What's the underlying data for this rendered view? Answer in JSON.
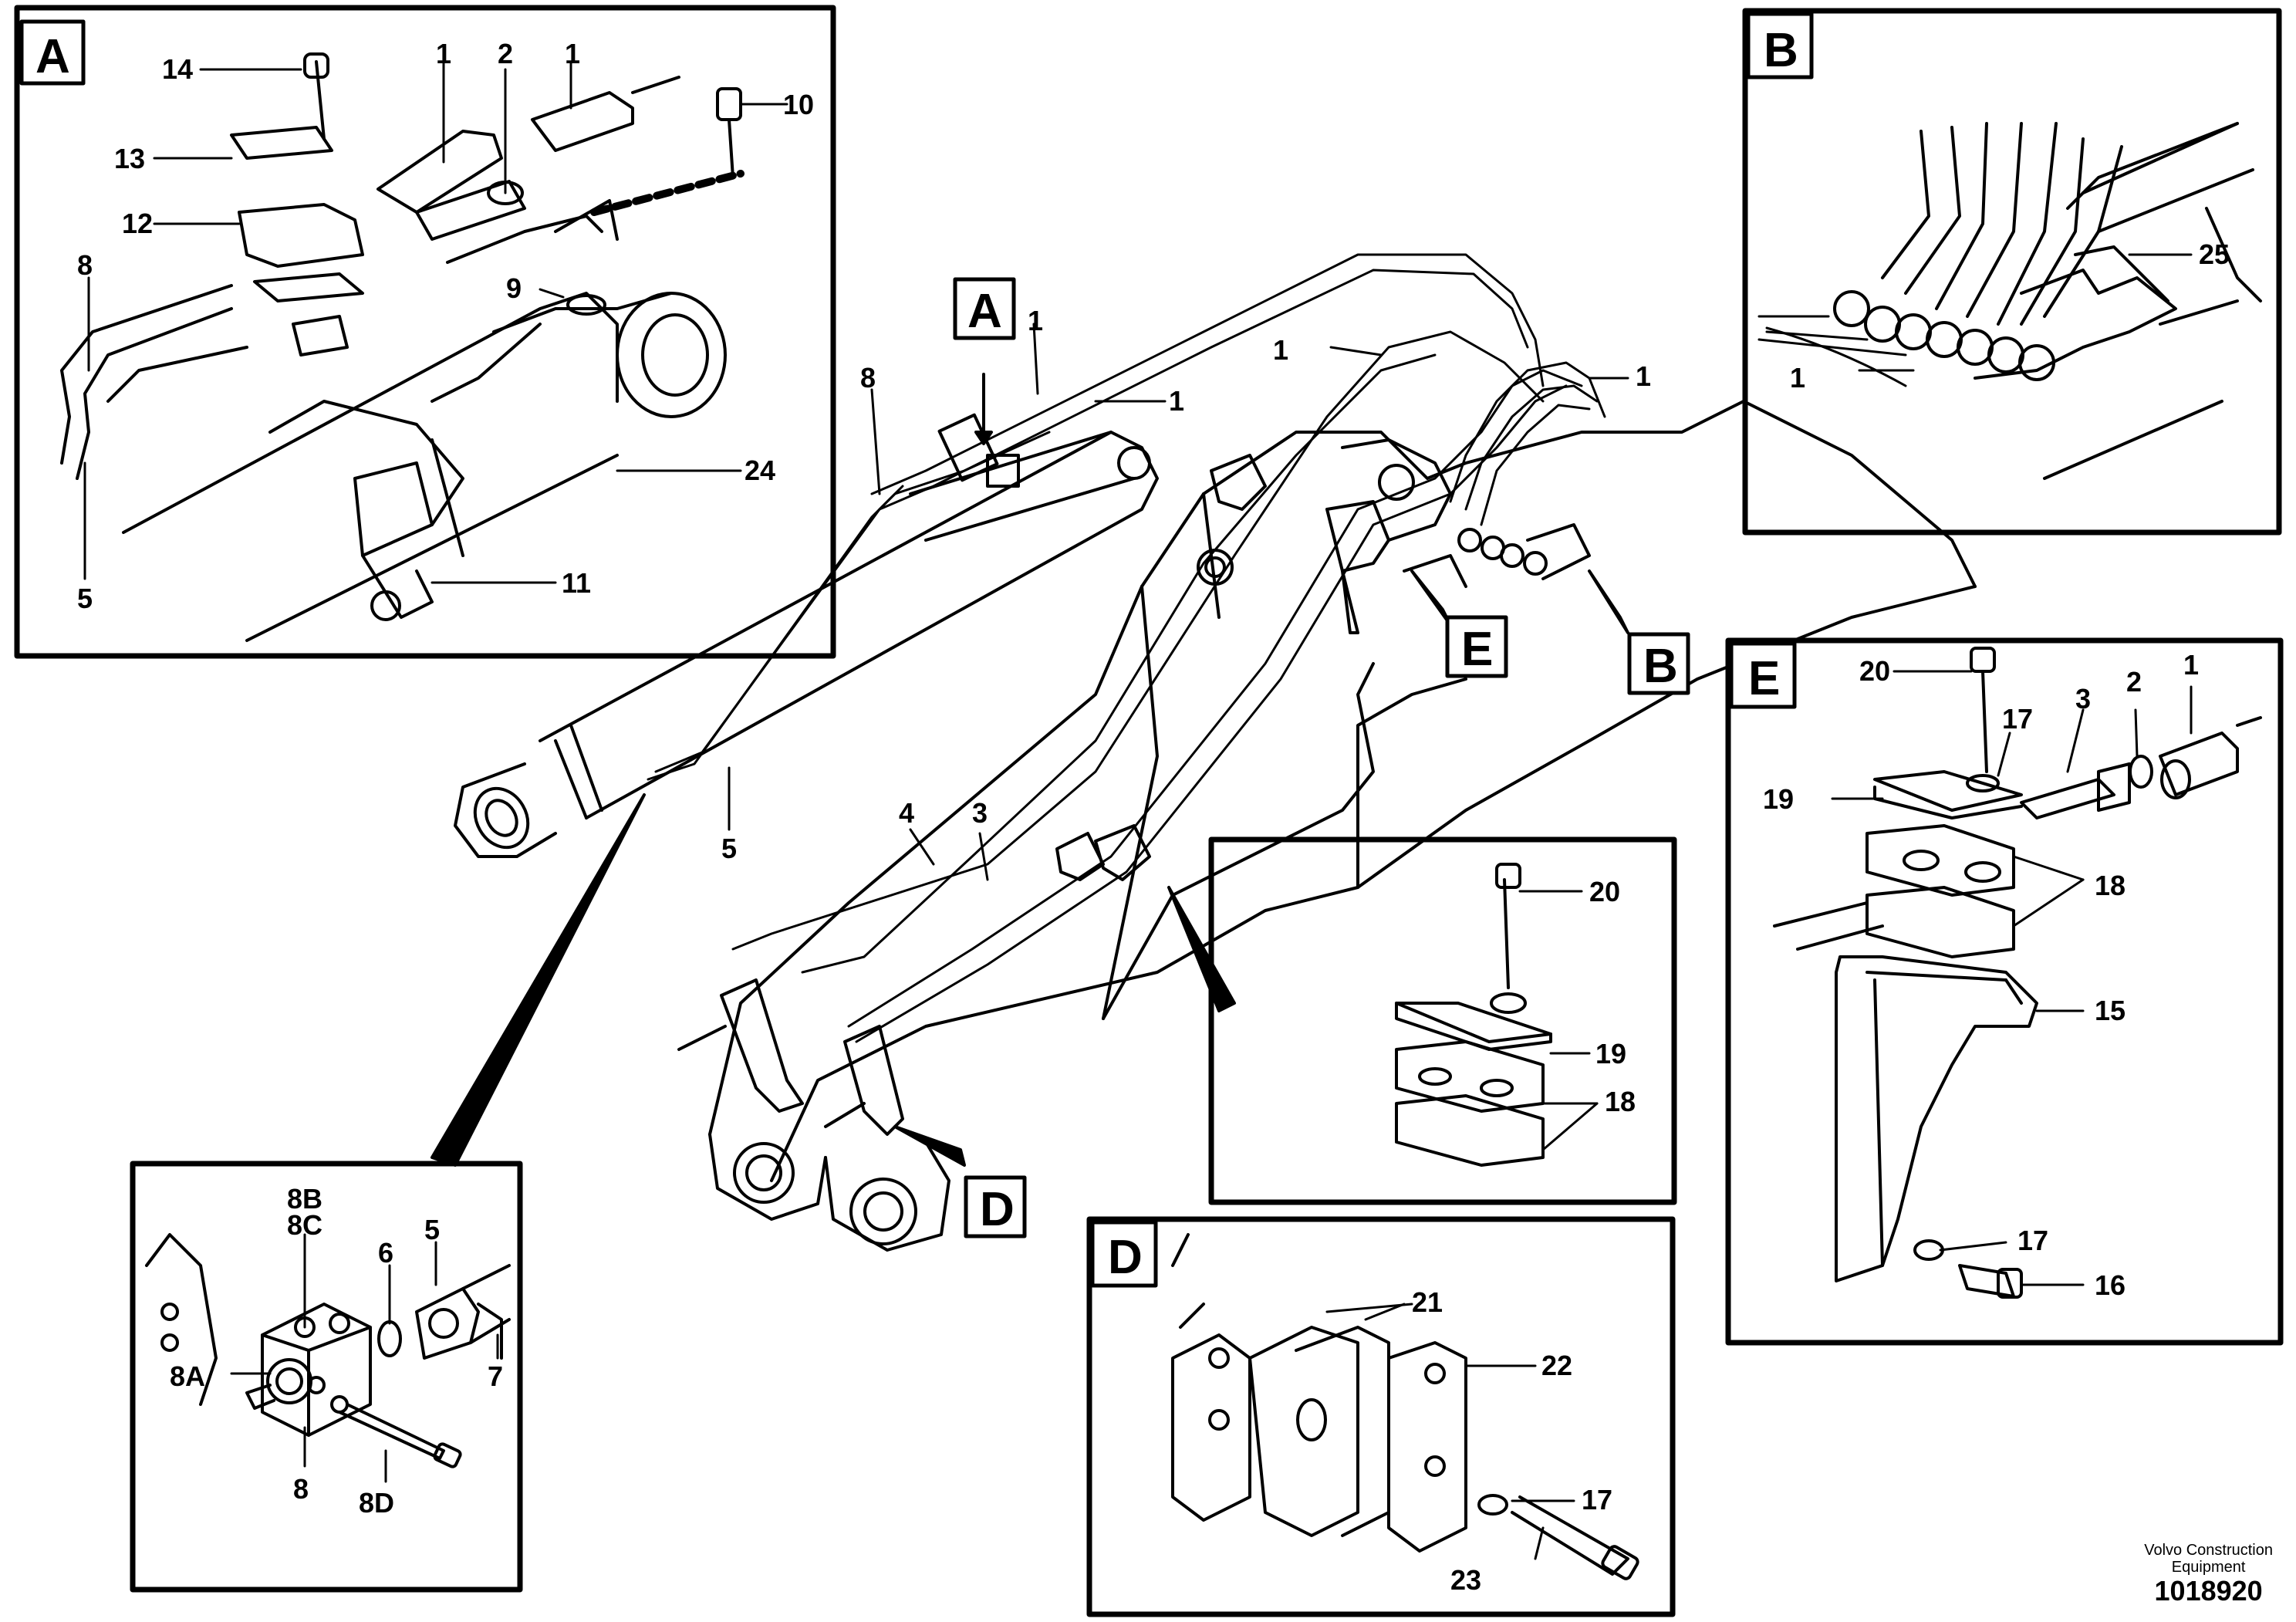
{
  "sections": {
    "A": "A",
    "B": "B",
    "D": "D",
    "E": "E"
  },
  "labels": {
    "a_14": "14",
    "a_1a": "1",
    "a_2": "2",
    "a_1b": "1",
    "a_10": "10",
    "a_13": "13",
    "a_12": "12",
    "a_8": "8",
    "a_9": "9",
    "a_24": "24",
    "a_5": "5",
    "a_11": "11",
    "b_25": "25",
    "b_1": "1",
    "m_1a": "1",
    "m_8": "8",
    "m_1b": "1",
    "m_1c": "1",
    "m_1d": "1",
    "m_4": "4",
    "m_3": "3",
    "m_5": "5",
    "c_20": "20",
    "c_19": "19",
    "c_18": "18",
    "d_21": "21",
    "d_22": "22",
    "d_17": "17",
    "d_23": "23",
    "e_20": "20",
    "e_17a": "17",
    "e_3": "3",
    "e_2": "2",
    "e_1": "1",
    "e_19": "19",
    "e_18": "18",
    "e_15": "15",
    "e_17b": "17",
    "e_16": "16",
    "f_8b": "8B",
    "f_8c": "8C",
    "f_6": "6",
    "f_5": "5",
    "f_8a": "8A",
    "f_7": "7",
    "f_8": "8",
    "f_8d": "8D"
  },
  "footer": {
    "brand_line1": "Volvo Construction",
    "brand_line2": "Equipment",
    "drawing_number": "1018920"
  }
}
